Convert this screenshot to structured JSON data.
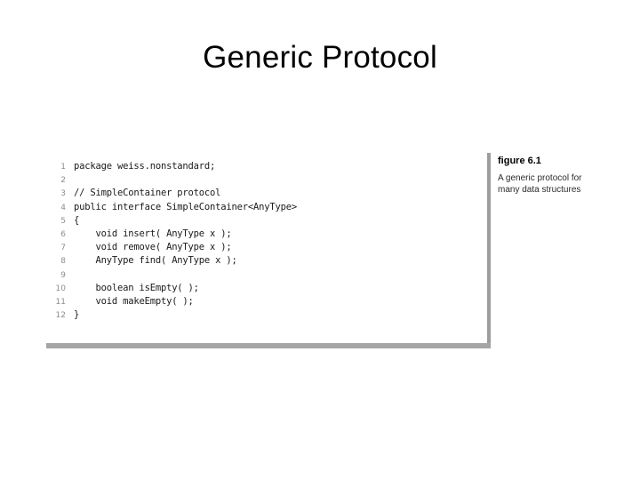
{
  "slide": {
    "title": "Generic Protocol"
  },
  "figure": {
    "label": "figure 6.1",
    "caption_line1": "A generic protocol for",
    "caption_line2": "many data structures",
    "shadow_color": "#9d9d9d",
    "panel_background": "#ffffff"
  },
  "code": {
    "language": "java",
    "line_number_color": "#8d8d8d",
    "text_color": "#1a1a1a",
    "lines": [
      {
        "n": "1",
        "text": "package weiss.nonstandard;"
      },
      {
        "n": "2",
        "text": ""
      },
      {
        "n": "3",
        "text": "// SimpleContainer protocol"
      },
      {
        "n": "4",
        "text": "public interface SimpleContainer<AnyType>"
      },
      {
        "n": "5",
        "text": "{"
      },
      {
        "n": "6",
        "text": "    void insert( AnyType x );"
      },
      {
        "n": "7",
        "text": "    void remove( AnyType x );"
      },
      {
        "n": "8",
        "text": "    AnyType find( AnyType x );"
      },
      {
        "n": "9",
        "text": ""
      },
      {
        "n": "10",
        "text": "    boolean isEmpty( );"
      },
      {
        "n": "11",
        "text": "    void makeEmpty( );"
      },
      {
        "n": "12",
        "text": "}"
      }
    ]
  }
}
